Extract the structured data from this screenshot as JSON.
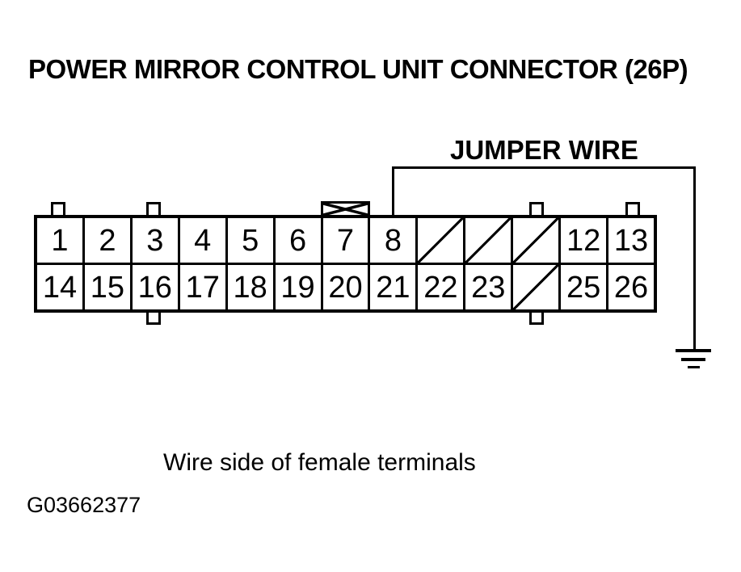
{
  "title": "POWER MIRROR CONTROL UNIT CONNECTOR (26P)",
  "jumper": {
    "label": "JUMPER WIRE",
    "from_pin": "8",
    "to": "ground"
  },
  "connector": {
    "pin_count": "26P",
    "top_row": [
      {
        "pin": "1",
        "slashed": false
      },
      {
        "pin": "2",
        "slashed": false
      },
      {
        "pin": "3",
        "slashed": false
      },
      {
        "pin": "4",
        "slashed": false
      },
      {
        "pin": "5",
        "slashed": false
      },
      {
        "pin": "6",
        "slashed": false
      },
      {
        "pin": "7",
        "slashed": false
      },
      {
        "pin": "8",
        "slashed": false
      },
      {
        "pin": "",
        "slashed": true
      },
      {
        "pin": "",
        "slashed": true
      },
      {
        "pin": "",
        "slashed": true
      },
      {
        "pin": "12",
        "slashed": false
      },
      {
        "pin": "13",
        "slashed": false
      }
    ],
    "bottom_row": [
      {
        "pin": "14",
        "slashed": false
      },
      {
        "pin": "15",
        "slashed": false
      },
      {
        "pin": "16",
        "slashed": false
      },
      {
        "pin": "17",
        "slashed": false
      },
      {
        "pin": "18",
        "slashed": false
      },
      {
        "pin": "19",
        "slashed": false
      },
      {
        "pin": "20",
        "slashed": false
      },
      {
        "pin": "21",
        "slashed": false
      },
      {
        "pin": "22",
        "slashed": false
      },
      {
        "pin": "23",
        "slashed": false
      },
      {
        "pin": "",
        "slashed": true
      },
      {
        "pin": "25",
        "slashed": false
      },
      {
        "pin": "26",
        "slashed": false
      }
    ]
  },
  "caption": "Wire side of female terminals",
  "figure_id": "G03662377",
  "colors": {
    "ink": "#000000",
    "paper": "#ffffff"
  }
}
